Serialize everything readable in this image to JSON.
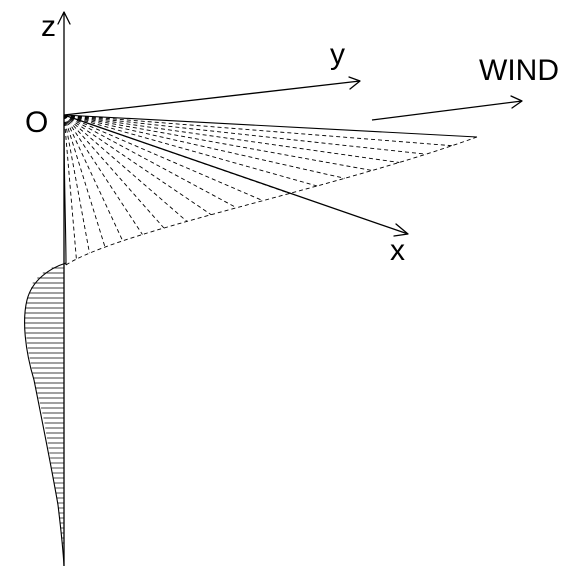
{
  "labels": {
    "z_axis": "z",
    "y_axis": "y",
    "x_axis": "x",
    "origin": "O",
    "wind": "WIND"
  },
  "colors": {
    "ink": "#000000",
    "background": "#ffffff"
  }
}
